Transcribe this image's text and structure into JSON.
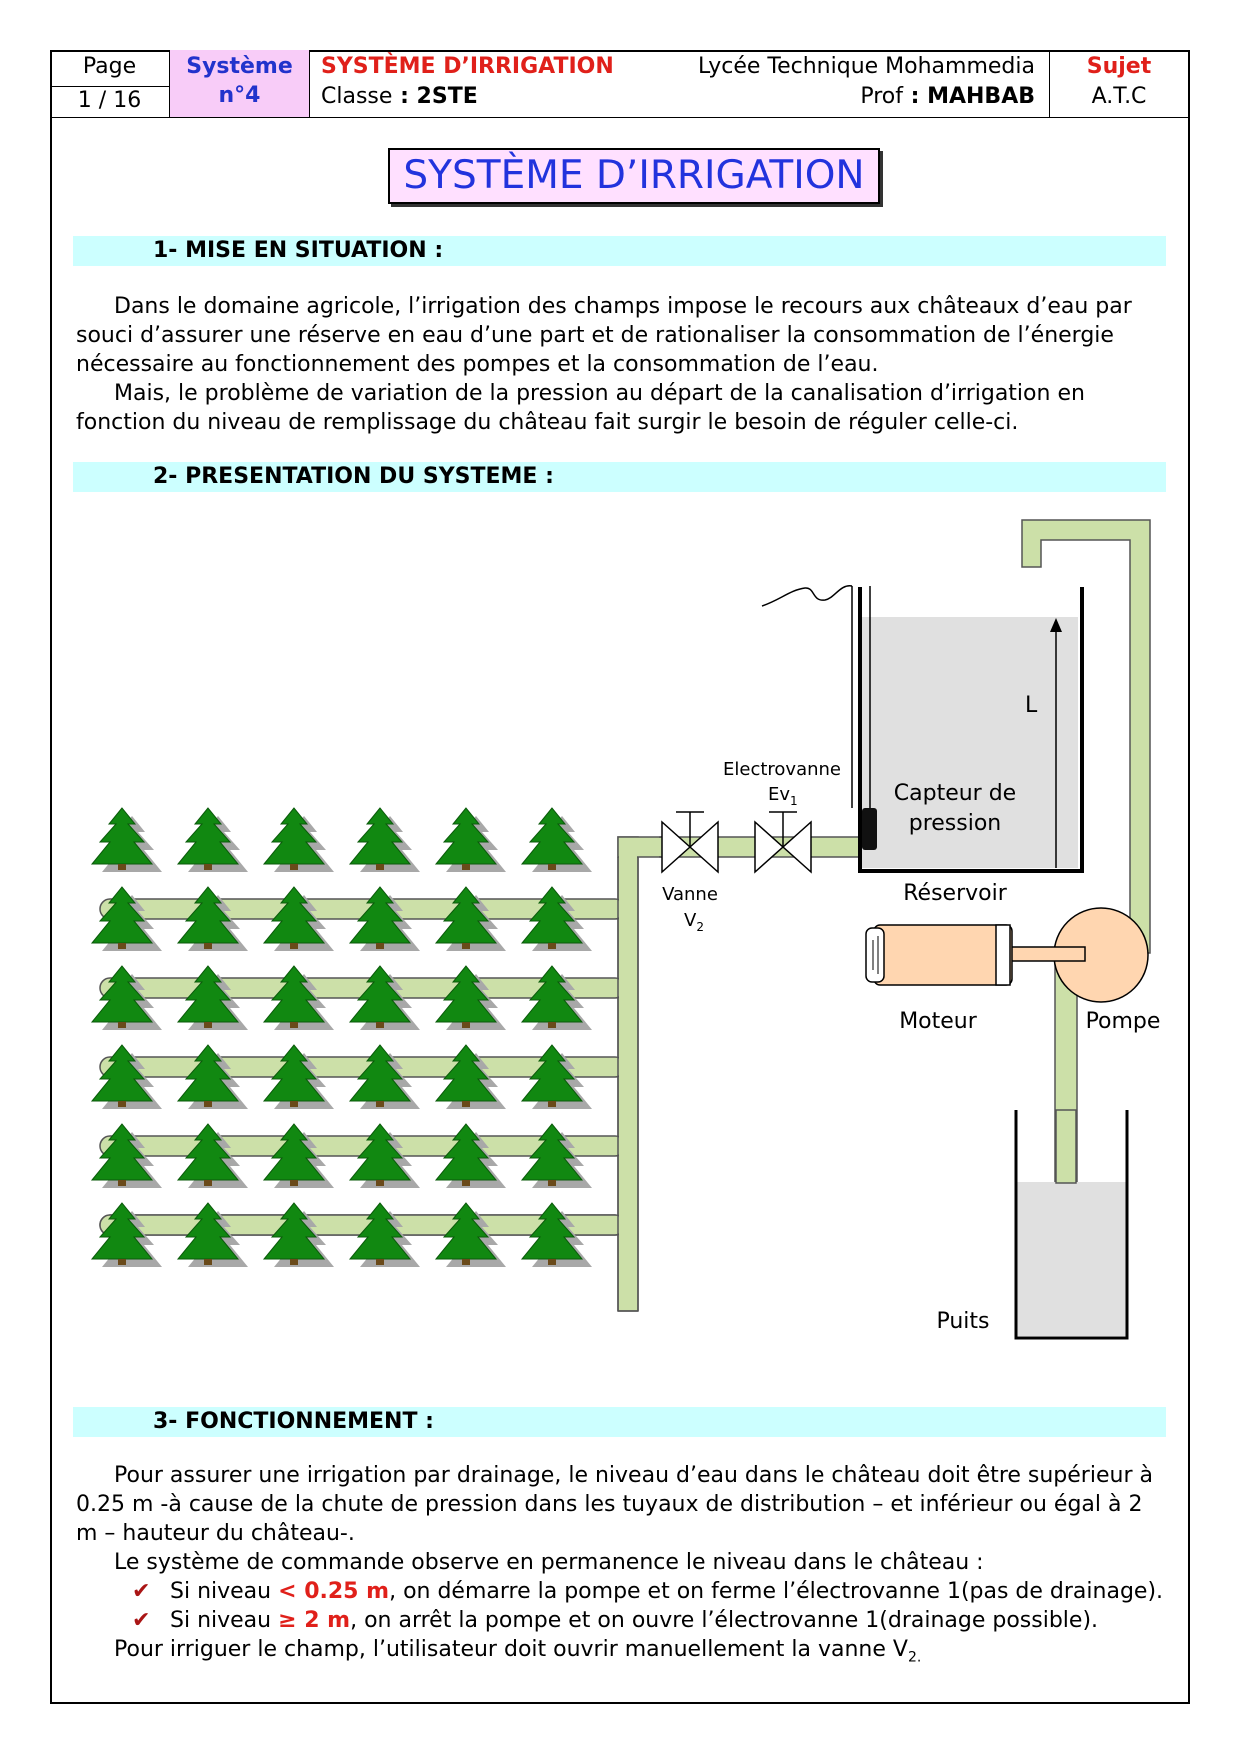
{
  "header": {
    "page_label": "Page",
    "page_value": "1 / 16",
    "systeme_label": "Système",
    "systeme_value": "n°4",
    "subject_title": "SYSTÈME D’IRRIGATION",
    "classe_label": "Classe",
    "classe_sep": " : ",
    "classe_value": "2STE",
    "school": "Lycée Technique Mohammedia",
    "prof_label": "Prof",
    "prof_sep": " : ",
    "prof_value": "MAHBAB",
    "sujet_label": "Sujet",
    "sujet_value": "A.T.C"
  },
  "main_title": "SYSTÈME D’IRRIGATION",
  "sections": {
    "s1_title": "1- MISE EN SITUATION :",
    "s1_p1": "Dans le domaine agricole, l’irrigation des champs impose le recours aux châteaux d’eau par souci d’assurer une réserve en eau d’une part et de rationaliser la consommation de l’énergie nécessaire au fonctionnement des pompes et la consommation de l’eau.",
    "s1_p2": "Mais, le problème de variation de la pression au départ de la canalisation  d’irrigation en fonction du niveau de remplissage du château fait surgir le besoin de réguler celle-ci.",
    "s2_title": "2- PRESENTATION DU SYSTEME :",
    "s3_title": "3- FONCTIONNEMENT :",
    "s3_p1": "Pour assurer une irrigation par drainage, le niveau d’eau dans le château doit être supérieur à 0.25 m -à cause de la chute de pression dans les tuyaux de distribution – et inférieur ou égal à 2 m – hauteur du château-.",
    "s3_p2": "Le système de commande observe en permanence le niveau dans le château :",
    "bullet1_pre": "Si niveau ",
    "bullet1_val": "< 0.25 m",
    "bullet1_post": ", on démarre la pompe et on ferme l’électrovanne 1(pas de drainage).",
    "bullet2_pre": "Si niveau ",
    "bullet2_val": "≥ 2 m",
    "bullet2_post": ", on arrêt la pompe et on ouvre l’électrovanne 1(drainage possible).",
    "s3_p3": "Pour irriguer le champ, l’utilisateur doit ouvrir manuellement la vanne V",
    "s3_p3_sub": "2.",
    "check_glyph": "✔"
  },
  "diagram": {
    "level_label": "L",
    "electrovanne_label": "Electrovanne",
    "ev_label": "Ev",
    "ev_sub": "1",
    "capteur_line1": "Capteur de",
    "capteur_line2": "pression",
    "vanne_label": "Vanne",
    "v_label": "V",
    "v_sub": "2",
    "reservoir_label": "Réservoir",
    "moteur_label": "Moteur",
    "pompe_label": "Pompe",
    "puits_label": "Puits",
    "colors": {
      "pipe": "#cce0a8",
      "tree": "#118811",
      "tree_shadow": "#a0a0a0",
      "water": "#e0e0e0",
      "motor": "#ffd6b0"
    }
  }
}
